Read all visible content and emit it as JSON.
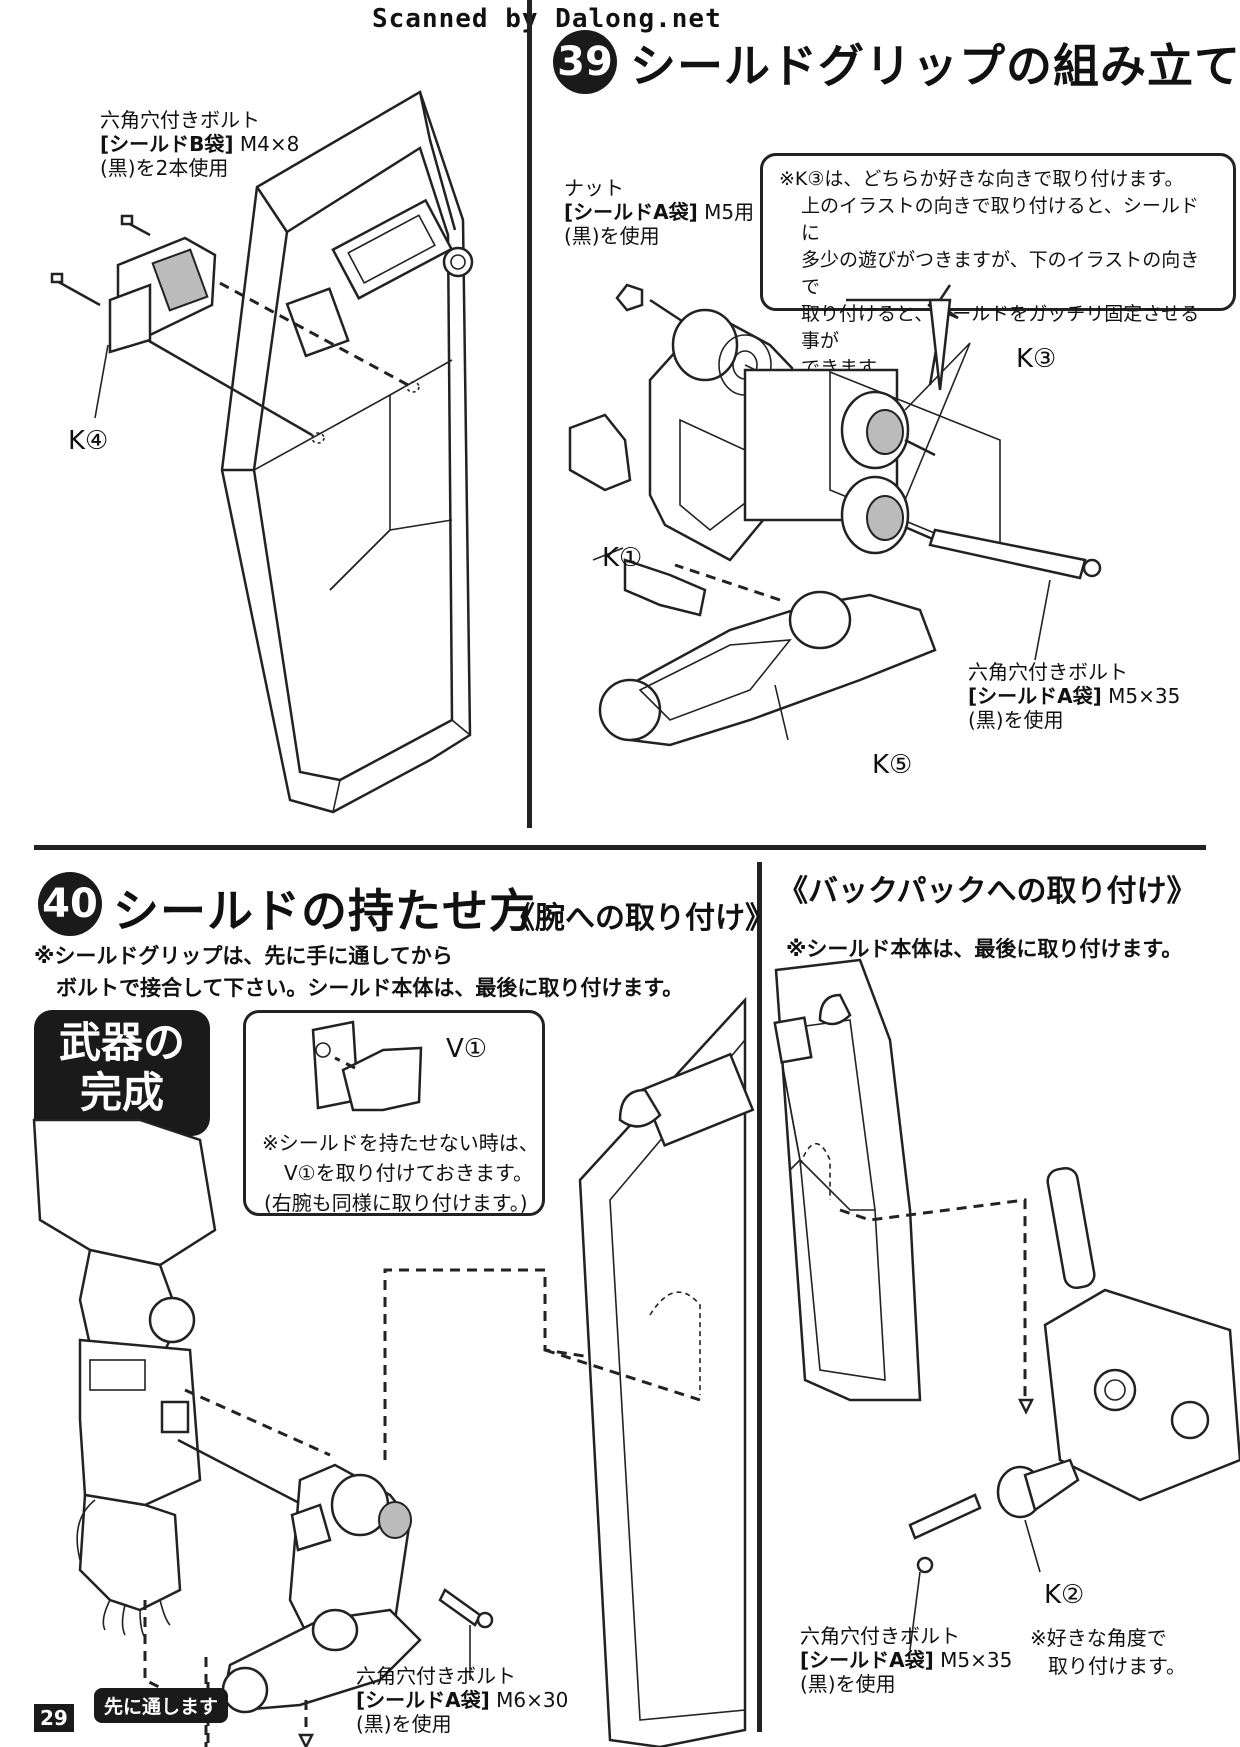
{
  "header": {
    "scanned_by": "Scanned by Dalong.net"
  },
  "step39": {
    "number": "39",
    "title": "シールドグリップの組み立て",
    "bolt_top": {
      "line1": "六角穴付きボルト",
      "bag": "[シールドB袋]",
      "spec": "M4×8",
      "line3": "(黒)を2本使用"
    },
    "nut": {
      "line1": "ナット",
      "bag": "[シールドA袋]",
      "spec": "M5用",
      "line3": "(黒)を使用"
    },
    "note_lines": [
      "※K③は、どちらか好きな向きで取り付けます。",
      "上のイラストの向きで取り付けると、シールドに",
      "多少の遊びがつきますが、下のイラストの向きで",
      "取り付けると、シールドをガッチリ固定させる事が",
      "できます。"
    ],
    "parts": {
      "k4": "K④",
      "k3": "K③",
      "k1": "K①",
      "k5": "K⑤"
    },
    "bolt_bottom": {
      "line1": "六角穴付きボルト",
      "bag": "[シールドA袋]",
      "spec": "M5×35",
      "line3": "(黒)を使用"
    }
  },
  "step40": {
    "number": "40",
    "title": "シールドの持たせ方",
    "subtitle": "《腕への取り付け》",
    "note_lines": [
      "※シールドグリップは、先に手に通してから",
      "ボルトで接合して下さい。シールド本体は、最後に取り付けます。"
    ],
    "badge_lines": [
      "武器の",
      "完成"
    ],
    "v1": "V①",
    "box_lines": [
      "※シールドを持たせない時は、",
      "V①を取り付けておきます。",
      "(右腕も同様に取り付けます。)"
    ],
    "bolt": {
      "line1": "六角穴付きボルト",
      "bag": "[シールドA袋]",
      "spec": "M6×30",
      "line3": "(黒)を使用"
    },
    "pass_first": "先に通します"
  },
  "backpack": {
    "title": "《バックパックへの取り付け》",
    "note": "※シールド本体は、最後に取り付けます。",
    "k2": "K②",
    "k2_note_lines": [
      "※好きな角度で",
      "取り付けます。"
    ],
    "bolt": {
      "line1": "六角穴付きボルト",
      "bag": "[シールドA袋]",
      "spec": "M5×35",
      "line3": "(黒)を使用"
    }
  },
  "footer": {
    "page": "29"
  }
}
